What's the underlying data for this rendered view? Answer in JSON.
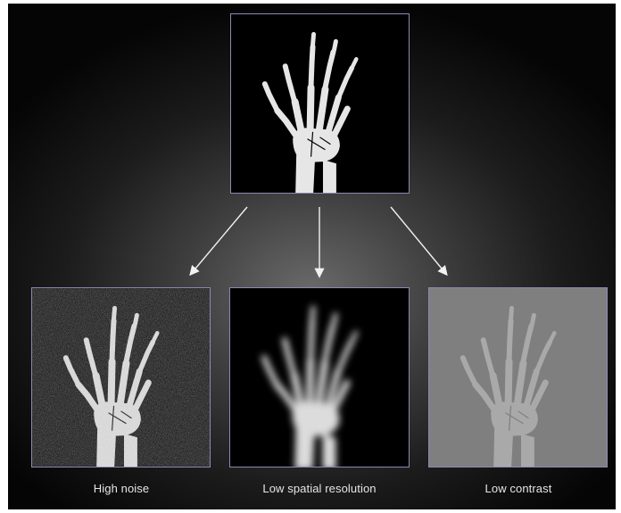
{
  "icons": {
    "source": "hand-skeleton-xray-icon",
    "noise": "noisy-hand-xray-icon",
    "blur": "blurred-hand-xray-icon",
    "contrast": "low-contrast-hand-xray-icon"
  },
  "colors": {
    "background_dark": "#050505",
    "background_light": "#6a6a6a",
    "frame_border": "#8e88b4",
    "bone": "#e6e6e6",
    "bone_low_contrast": "#a9a9a9",
    "contrast_panel_bg": "#7f7f7f",
    "arrow": "#f2f2f2",
    "caption": "#e6e6e6"
  },
  "captions": {
    "noise": "High noise",
    "blur": "Low spatial resolution",
    "contrast": "Low contrast"
  }
}
